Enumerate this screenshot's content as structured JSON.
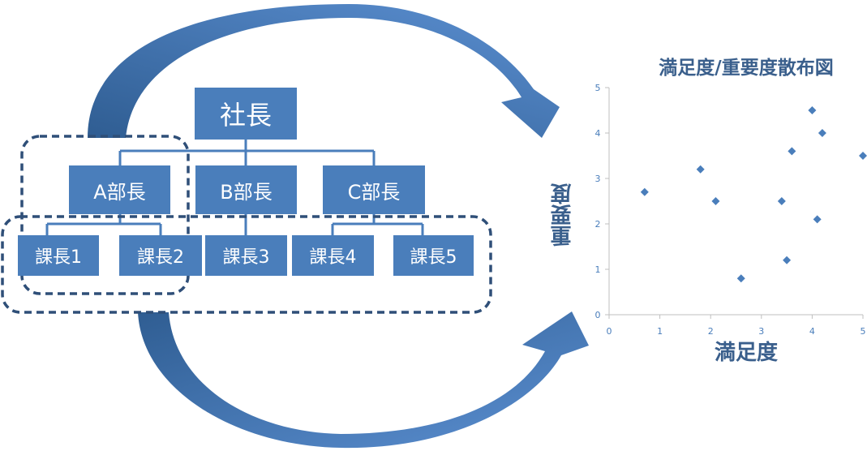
{
  "org_chart": {
    "president": "社長",
    "managers": [
      "A部長",
      "B部長",
      "C部長"
    ],
    "section_chiefs": [
      "課長1",
      "課長2",
      "課長3",
      "課長4",
      "課長5"
    ]
  },
  "colors": {
    "box_fill": "#4a7ebb",
    "box_text": "#ffffff",
    "connector": "#4a7ebb",
    "dashed_outline": "#2f4f78",
    "arrow": "#4f81bd",
    "chart_marker": "#4a7ebb",
    "chart_title": "#3a5f8c",
    "axis_text": "#4a7ebb"
  },
  "chart_data": {
    "type": "scatter",
    "title": "満足度/重要度散布図",
    "xlabel": "満足度",
    "ylabel": "重要度",
    "xlim": [
      0,
      5
    ],
    "ylim": [
      0,
      5
    ],
    "xticks": [
      0,
      1,
      2,
      3,
      4,
      5
    ],
    "yticks": [
      0,
      1,
      2,
      3,
      4,
      5
    ],
    "grid": false,
    "marker": "diamond",
    "points": [
      {
        "x": 0.7,
        "y": 2.7
      },
      {
        "x": 1.8,
        "y": 3.2
      },
      {
        "x": 2.1,
        "y": 2.5
      },
      {
        "x": 2.6,
        "y": 0.8
      },
      {
        "x": 3.4,
        "y": 2.5
      },
      {
        "x": 3.5,
        "y": 1.2
      },
      {
        "x": 3.6,
        "y": 3.6
      },
      {
        "x": 4.0,
        "y": 4.5
      },
      {
        "x": 4.1,
        "y": 2.1
      },
      {
        "x": 4.2,
        "y": 4.0
      },
      {
        "x": 5.0,
        "y": 3.5
      }
    ]
  }
}
